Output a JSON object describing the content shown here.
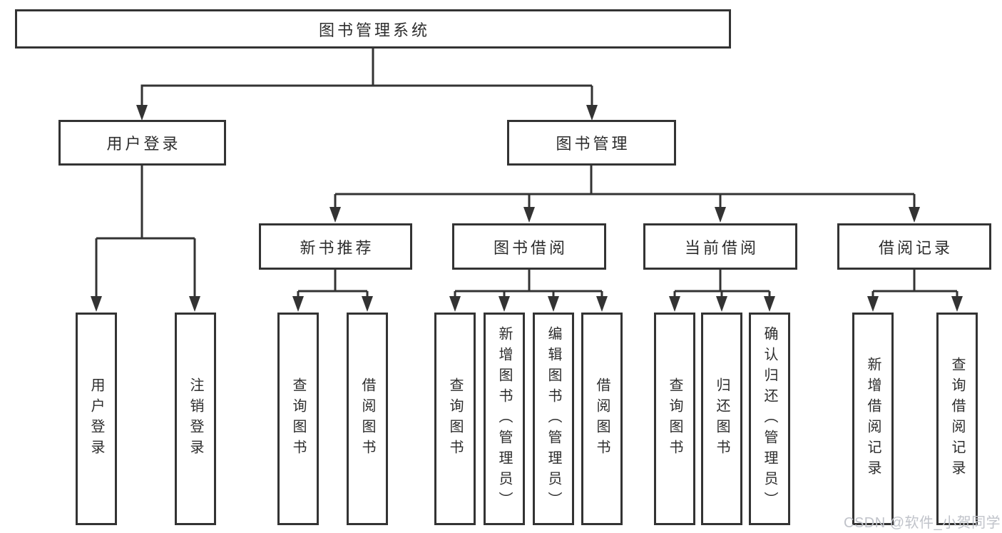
{
  "colors": {
    "line": "#333333",
    "text": "#2d2d2d",
    "box_background": "#ffffff",
    "watermark": "#c0c3ca"
  },
  "watermark": {
    "text": "CSDN @软件_小贺同学"
  },
  "tree": {
    "label": "图书管理系统",
    "children": [
      {
        "label": "用户登录",
        "children": [
          {
            "label": "用户登录"
          },
          {
            "label": "注销登录"
          }
        ]
      },
      {
        "label": "图书管理",
        "children": [
          {
            "label": "新书推荐",
            "children": [
              {
                "label": "查询图书"
              },
              {
                "label": "借阅图书"
              }
            ]
          },
          {
            "label": "图书借阅",
            "children": [
              {
                "label": "查询图书"
              },
              {
                "label": "新增图书（管理员）"
              },
              {
                "label": "编辑图书（管理员）"
              },
              {
                "label": "借阅图书"
              }
            ]
          },
          {
            "label": "当前借阅",
            "children": [
              {
                "label": "查询图书"
              },
              {
                "label": "归还图书"
              },
              {
                "label": "确认归还（管理员）"
              }
            ]
          },
          {
            "label": "借阅记录",
            "children": [
              {
                "label": "新增借阅记录"
              },
              {
                "label": "查询借阅记录"
              }
            ]
          }
        ]
      }
    ]
  }
}
